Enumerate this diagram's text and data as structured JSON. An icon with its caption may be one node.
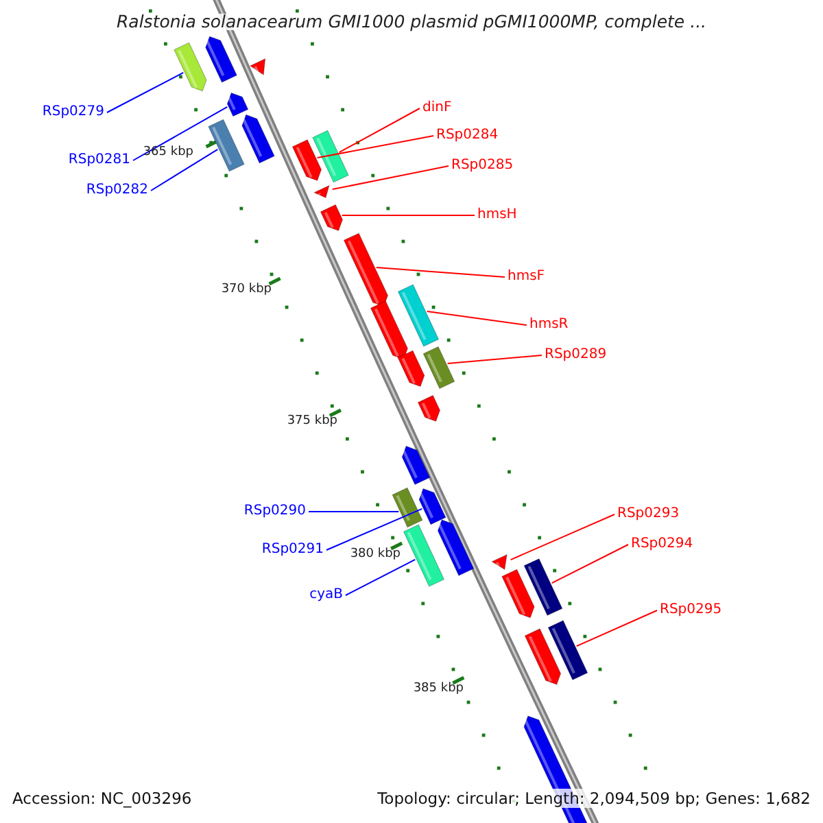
{
  "diagram": {
    "title": "Ralstonia solanacearum GMI1000 plasmid pGMI1000MP, complete ...",
    "nodes": [
      {
        "text": [
          "dinF"
        ]
      },
      {
        "text": [
          "RSp0279"
        ]
      },
      {
        "text": [
          "RSp0284"
        ]
      },
      {
        "text": [
          "RSp0281"
        ]
      },
      {
        "text": [
          "RSp0285"
        ]
      },
      {
        "text": [
          "RSp0282"
        ]
      },
      {
        "text": [
          "hmsH"
        ]
      },
      {
        "text": [
          "hmsF"
        ]
      },
      {
        "text": [
          "hmsR"
        ]
      },
      {
        "text": [
          "RSp0289"
        ]
      },
      {
        "text": [
          "RSp0290"
        ]
      },
      {
        "text": [
          "RSp0293"
        ]
      },
      {
        "text": [
          "RSp0294"
        ]
      },
      {
        "text": [
          "RSp0291"
        ]
      },
      {
        "text": [
          "cyaB"
        ]
      },
      {
        "text": [
          "RSp0295"
        ]
      },
      {
        "text": [],
        "shape": "arrow"
      },
      {
        "text": [],
        "shape": "arrow"
      },
      {
        "text": [],
        "shape": "triangle"
      },
      {
        "text": [],
        "shape": "arrow"
      },
      {
        "text": [],
        "shape": "arrow"
      },
      {
        "text": [],
        "shape": "box"
      },
      {
        "text": [],
        "shape": "arrow"
      },
      {
        "text": [],
        "shape": "box"
      },
      {
        "text": [],
        "shape": "triangle"
      },
      {
        "text": [],
        "shape": "arrow"
      },
      {
        "text": [],
        "shape": "arrow"
      },
      {
        "text": [],
        "shape": "box"
      },
      {
        "text": [],
        "shape": "arrow"
      },
      {
        "text": [],
        "shape": "arrow"
      },
      {
        "text": [],
        "shape": "box"
      },
      {
        "text": [],
        "shape": "arrow"
      },
      {
        "text": [],
        "shape": "arrow"
      },
      {
        "text": [],
        "shape": "arrow"
      },
      {
        "text": [],
        "shape": "box"
      },
      {
        "text": [],
        "shape": "box"
      },
      {
        "text": [],
        "shape": "arrow"
      },
      {
        "text": [],
        "shape": "triangle"
      },
      {
        "text": [],
        "shape": "box"
      },
      {
        "text": [],
        "shape": "arrow"
      },
      {
        "text": [],
        "shape": "box"
      },
      {
        "text": [],
        "shape": "arrow"
      },
      {
        "text": [],
        "shape": "arrow"
      }
    ],
    "edges": [
      {
        "from": 0,
        "to": 23,
        "arrow": "none"
      },
      {
        "from": 1,
        "to": 16,
        "arrow": "none",
        "color": "#0000ff"
      },
      {
        "from": 2,
        "to": 22,
        "arrow": "none"
      },
      {
        "from": 3,
        "to": 19,
        "arrow": "none",
        "color": "#0000ff"
      },
      {
        "from": 4,
        "to": 24,
        "arrow": "none"
      },
      {
        "from": 5,
        "to": 21,
        "arrow": "none",
        "color": "#0000ff"
      },
      {
        "from": 6,
        "to": 25,
        "arrow": "none"
      },
      {
        "from": 7,
        "to": 26,
        "arrow": "none"
      },
      {
        "from": 8,
        "to": 27,
        "arrow": "none"
      },
      {
        "from": 9,
        "to": 30,
        "arrow": "none"
      },
      {
        "from": 10,
        "to": 34,
        "arrow": "none",
        "color": "#0000ff"
      },
      {
        "from": 11,
        "to": 37,
        "arrow": "none"
      },
      {
        "from": 12,
        "to": 38,
        "arrow": "none"
      },
      {
        "from": 13,
        "to": 33,
        "arrow": "none",
        "color": "#0000ff"
      },
      {
        "from": 14,
        "to": 35,
        "arrow": "none",
        "color": "#0000ff"
      },
      {
        "from": 15,
        "to": 40,
        "arrow": "none"
      }
    ],
    "labels": [
      "365 kbp",
      "370 kbp",
      "375 kbp",
      "380 kbp",
      "385 kbp",
      "Accession: NC_003296",
      "Topology: circular; Length: 2,094,509 bp; Genes: 1,682"
    ]
  }
}
